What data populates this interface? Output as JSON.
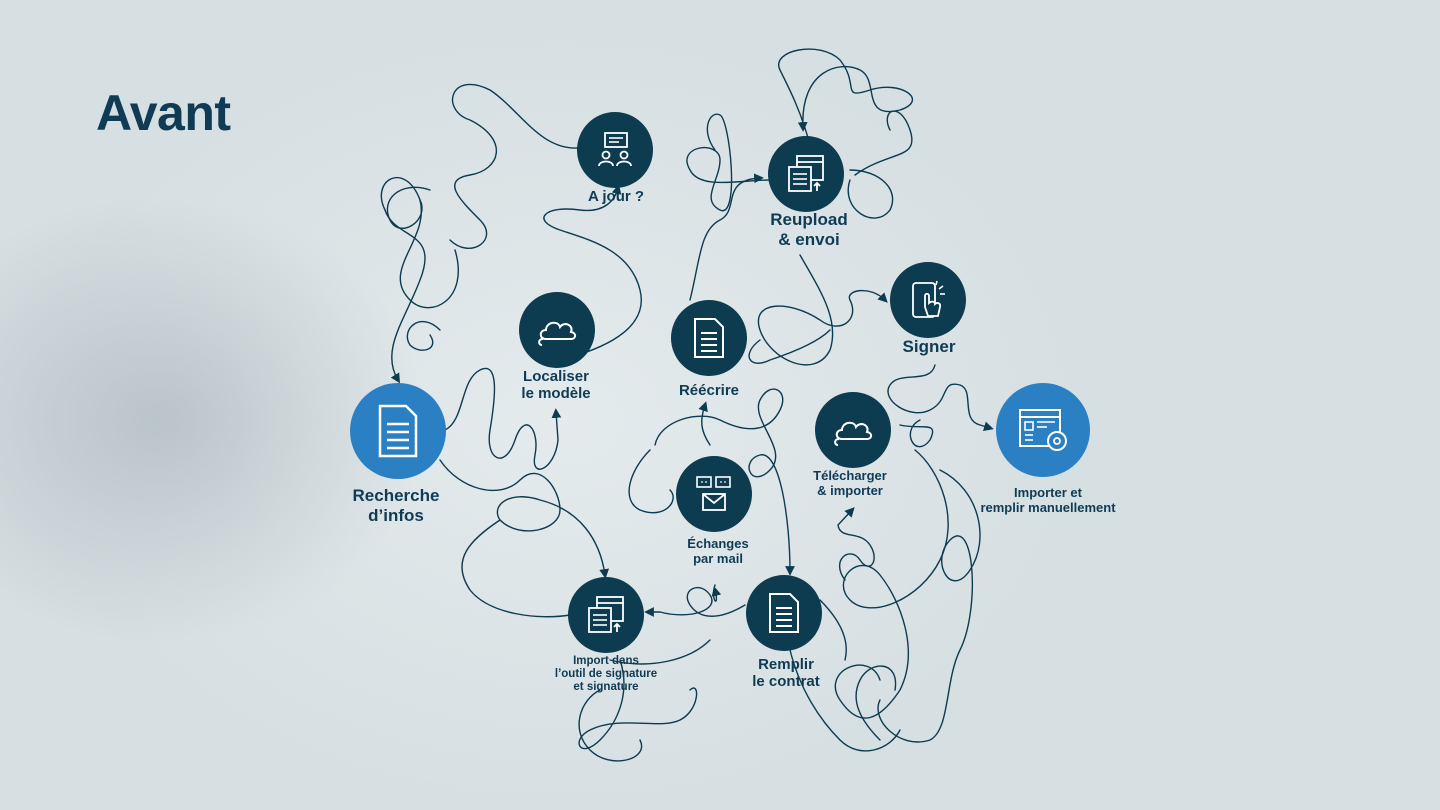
{
  "title": "Avant",
  "nodes": {
    "recherche": {
      "line1": "Recherche",
      "line2": "d’infos",
      "icon": "document-icon",
      "color": "#2b7fc3"
    },
    "ajour": {
      "line1": "A jour ?",
      "icon": "people-chat-icon",
      "color": "#0d3b4f"
    },
    "localiser": {
      "line1": "Localiser",
      "line2": "le modèle",
      "icon": "cloud-icon",
      "color": "#0d3b4f"
    },
    "reupload": {
      "line1": "Reupload",
      "line2": "& envoi",
      "icon": "upload-document-icon",
      "color": "#0d3b4f"
    },
    "reecrire": {
      "line1": "Réécrire",
      "icon": "document-icon",
      "color": "#0d3b4f"
    },
    "signer": {
      "line1": "Signer",
      "icon": "touch-sign-icon",
      "color": "#0d3b4f"
    },
    "telecharger": {
      "line1": "Télécharger",
      "line2": "& importer",
      "icon": "cloud-icon",
      "color": "#0d3b4f"
    },
    "importer": {
      "line1": "Importer et",
      "line2": "remplir manuellement",
      "icon": "form-settings-icon",
      "color": "#2b7fc3"
    },
    "echanges": {
      "line1": "Échanges",
      "line2": "par mail",
      "icon": "mail-chat-icon",
      "color": "#0d3b4f"
    },
    "remplir": {
      "line1": "Remplir",
      "line2": "le contrat",
      "icon": "document-icon",
      "color": "#0d3b4f"
    },
    "import_signature": {
      "line1": "Import dans",
      "line2": "l’outil de signature",
      "line3": "et signature",
      "icon": "upload-document-icon",
      "color": "#0d3b4f"
    }
  }
}
